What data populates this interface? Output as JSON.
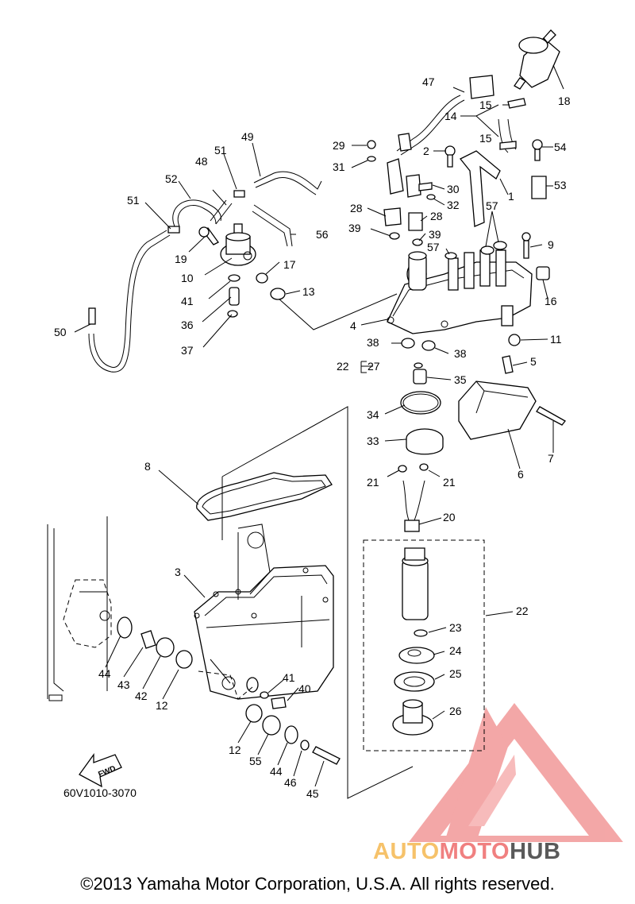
{
  "diagram": {
    "part_code": "60V1010-3070",
    "fwd_label": "FWD",
    "copyright": "©2013 Yamaha Motor Corporation, U.S.A. All rights reserved.",
    "watermark": {
      "part1": "AUTO",
      "part2": "MOTO",
      "part3": "HUB"
    },
    "callouts": [
      "1",
      "2",
      "3",
      "4",
      "5",
      "6",
      "7",
      "8",
      "9",
      "10",
      "11",
      "12",
      "12",
      "13",
      "14",
      "15",
      "15",
      "16",
      "17",
      "18",
      "19",
      "20",
      "21",
      "21",
      "22",
      "22",
      "23",
      "24",
      "25",
      "26",
      "27",
      "28",
      "28",
      "29",
      "30",
      "31",
      "32",
      "35",
      "33",
      "34",
      "36",
      "37",
      "38",
      "38",
      "39",
      "39",
      "40",
      "41",
      "41",
      "42",
      "43",
      "44",
      "44",
      "45",
      "46",
      "47",
      "48",
      "49",
      "50",
      "51",
      "51",
      "52",
      "53",
      "54",
      "55",
      "56",
      "57",
      "57"
    ]
  }
}
